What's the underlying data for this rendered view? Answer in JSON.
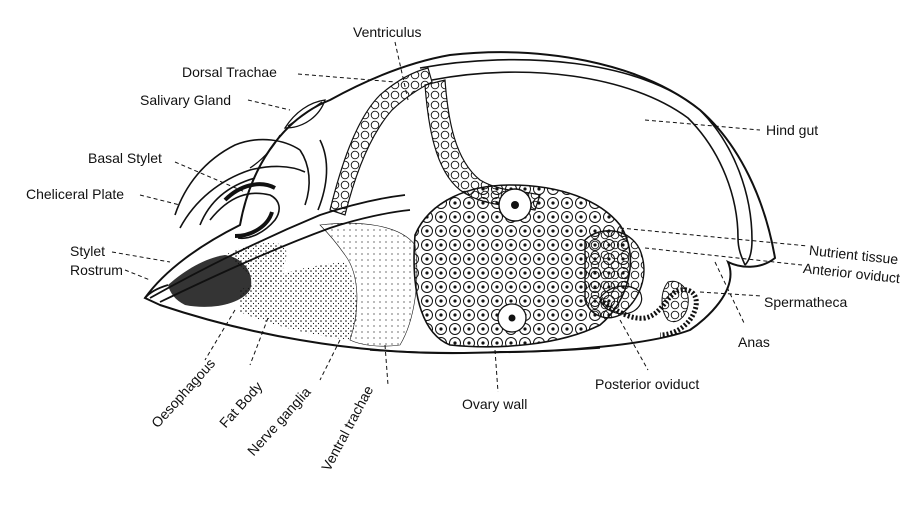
{
  "labels": {
    "ventriculus": "Ventriculus",
    "dorsal_trachae": "Dorsal Trachae",
    "salivary_gland": "Salivary Gland",
    "hind_gut": "Hind gut",
    "basal_stylet": "Basal Stylet",
    "cheliceral_plate": "Cheliceral Plate",
    "stylet": "Stylet",
    "rostrum": "Rostrum",
    "nutrient_tissue": "Nutrient tissue",
    "anterior_oviduct": "Anterior oviduct",
    "spermatheca": "Spermatheca",
    "anas": "Anas",
    "oesophagous": "Oesophagous",
    "fat_body": "Fat Body",
    "nerve_ganglia": "Nerve ganglia",
    "ventral_trachae": "Ventral trachae",
    "ovary_wall": "Ovary wall",
    "posterior_oviduct": "Posterior oviduct"
  },
  "colors": {
    "ink": "#111111",
    "background": "#ffffff"
  }
}
